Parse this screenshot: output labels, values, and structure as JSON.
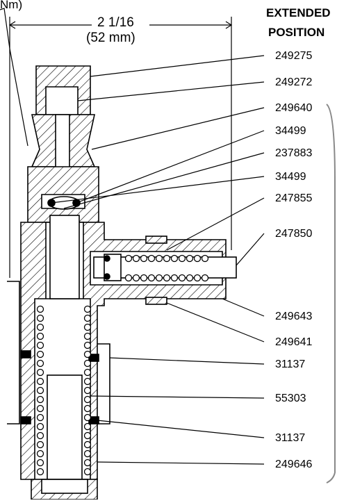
{
  "header": {
    "fragment": "Nm)",
    "dimension_line1": "2 1/16",
    "dimension_line2": "(52  mm)",
    "position_line1": "EXTENDED",
    "position_line2": "POSITION"
  },
  "callouts": [
    {
      "part": "249275"
    },
    {
      "part": "249272"
    },
    {
      "part": "249640"
    },
    {
      "part": "34499"
    },
    {
      "part": "237883"
    },
    {
      "part": "34499"
    },
    {
      "part": "247855"
    },
    {
      "part": "247850"
    },
    {
      "part": "249643"
    },
    {
      "part": "249641"
    },
    {
      "part": "31137"
    },
    {
      "part": "55303"
    },
    {
      "part": "31137"
    },
    {
      "part": "249646"
    }
  ]
}
